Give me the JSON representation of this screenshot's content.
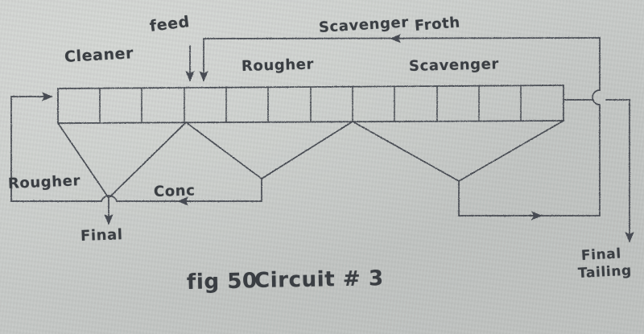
{
  "diagram": {
    "kind": "hand-drawn-flotation-circuit",
    "caption": "fig 50 Circuit # 3",
    "ink_color": "#4a4e54",
    "paper_color": "#cbcecc"
  },
  "labels": {
    "cleaner": "Cleaner",
    "feed": "feed",
    "rougher_bank": "Rougher",
    "scavenger_bank": "Scavenger",
    "scavenger_froth": "Scavenger",
    "froth": "Froth",
    "rougher_return": "Rougher",
    "conc": "Conc",
    "final": "Final",
    "final_tailing_line1": "Final",
    "final_tailing_line2": "Tailing"
  },
  "caption": {
    "fig": "fig 50",
    "title": "Circuit # 3"
  },
  "banks": [
    {
      "name": "Cleaner",
      "cells": 3,
      "label": "Cleaner"
    },
    {
      "name": "Rougher",
      "cells": 4,
      "label": "Rougher"
    },
    {
      "name": "Scavenger",
      "cells": 5,
      "label": "Scavenger"
    }
  ],
  "streams": [
    {
      "name": "feed",
      "label": "feed",
      "direction": "down-into-bank"
    },
    {
      "name": "scavenger-froth",
      "label": "Scavenger Froth",
      "direction": "right-to-left-recycle"
    },
    {
      "name": "rougher-conc-return",
      "label": "Rougher",
      "direction": "left-recycle-up"
    },
    {
      "name": "concentrate",
      "label": "Conc",
      "direction": "right-to-left"
    },
    {
      "name": "final-concentrate",
      "label": "Final",
      "direction": "down-out"
    },
    {
      "name": "final-tailing",
      "label": "Final Tailing",
      "direction": "down-out"
    }
  ]
}
